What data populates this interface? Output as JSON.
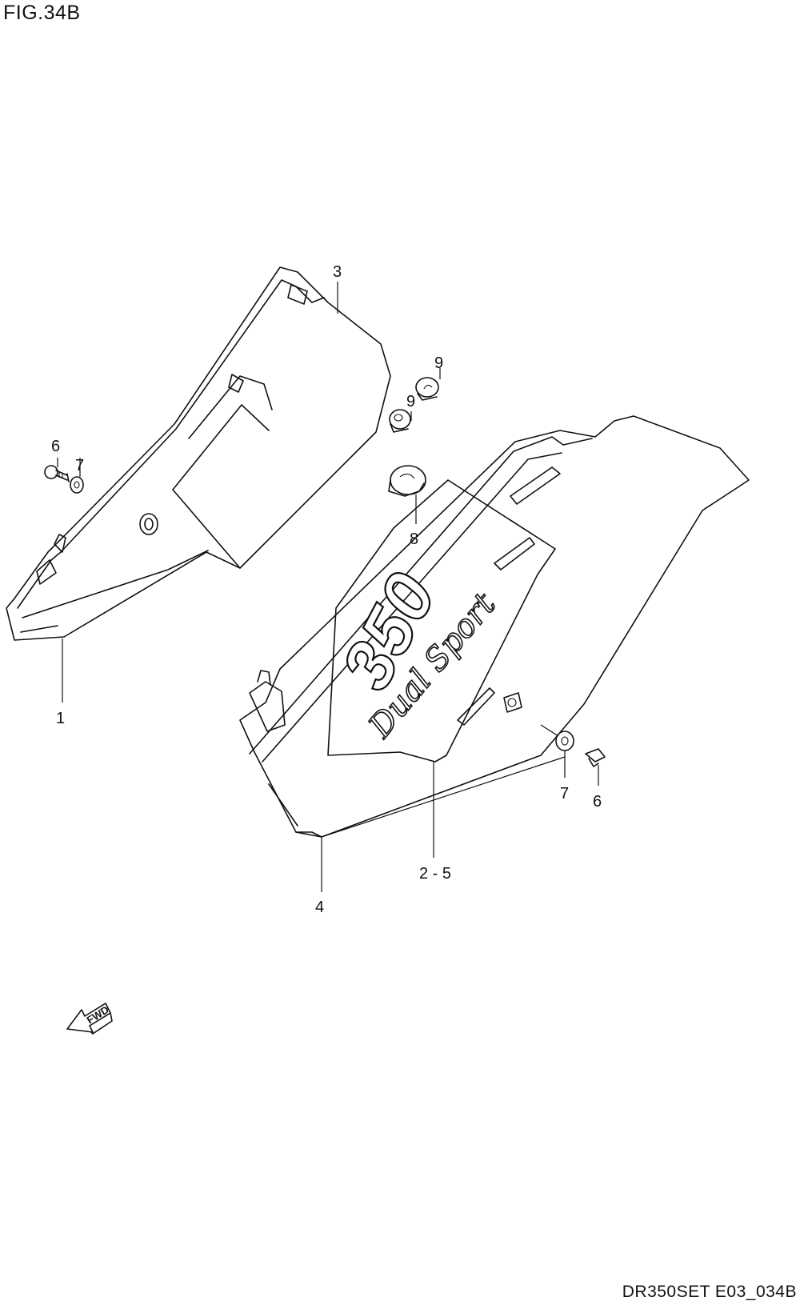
{
  "figure": {
    "title": "FIG.34B",
    "code": "DR350SET E03_034B"
  },
  "callouts": {
    "c1": "1",
    "c2_5": "2 - 5",
    "c3": "3",
    "c4": "4",
    "c6_left": "6",
    "c6_right": "6",
    "c7_left": "7",
    "c7_right": "7",
    "c8": "8",
    "c9_top": "9",
    "c9_lower": "9"
  },
  "direction_arrow": {
    "label": "FWD"
  },
  "emblem": {
    "number": "350",
    "script": "Dual Sport"
  }
}
